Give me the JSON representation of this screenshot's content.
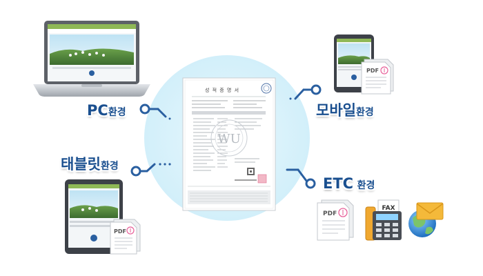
{
  "labels": {
    "pc": {
      "main": "PC",
      "suffix": "환경"
    },
    "mobile": {
      "main": "모바일",
      "suffix": "환경"
    },
    "tablet": {
      "main": "태블릿",
      "suffix": "환경"
    },
    "etc": {
      "main": "ETC",
      "suffix": "환경"
    }
  },
  "document": {
    "title": "성 적 증 명 서",
    "watermark": "WU"
  },
  "badges": {
    "pdf": "PDF",
    "fax": "FAX"
  },
  "colors": {
    "label_blue": "#1a4f8f",
    "connector": "#2a5fa0",
    "circle_bg": "#dcf3fb",
    "pdf_accent": "#e8609a",
    "fax_body": "#f0a830",
    "envelope": "#f4b93a",
    "globe": "#3a8fd8"
  },
  "icons": {
    "laptop": "laptop-icon",
    "phone": "smartphone-icon",
    "tablet": "tablet-icon",
    "pdf": "pdf-document-icon",
    "fax": "fax-machine-icon",
    "email": "email-globe-icon"
  }
}
